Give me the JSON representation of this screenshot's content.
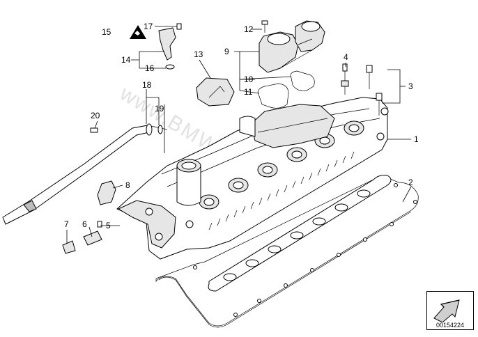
{
  "callouts": {
    "c1": "1",
    "c2": "2",
    "c3": "3",
    "c4": "4",
    "c5": "5",
    "c6": "6",
    "c7": "7",
    "c8": "8",
    "c9": "9",
    "c10": "10",
    "c11": "11",
    "c12": "12",
    "c13": "13",
    "c14": "14",
    "c15": "15",
    "c16": "16",
    "c17": "17",
    "c18": "18",
    "c19": "19",
    "c20": "20"
  },
  "watermark": "www.BMW-Store.pl",
  "reference_number": "00154224",
  "icons": {
    "warning": "warning-triangle-icon",
    "direction": "direction-arrow-icon"
  }
}
